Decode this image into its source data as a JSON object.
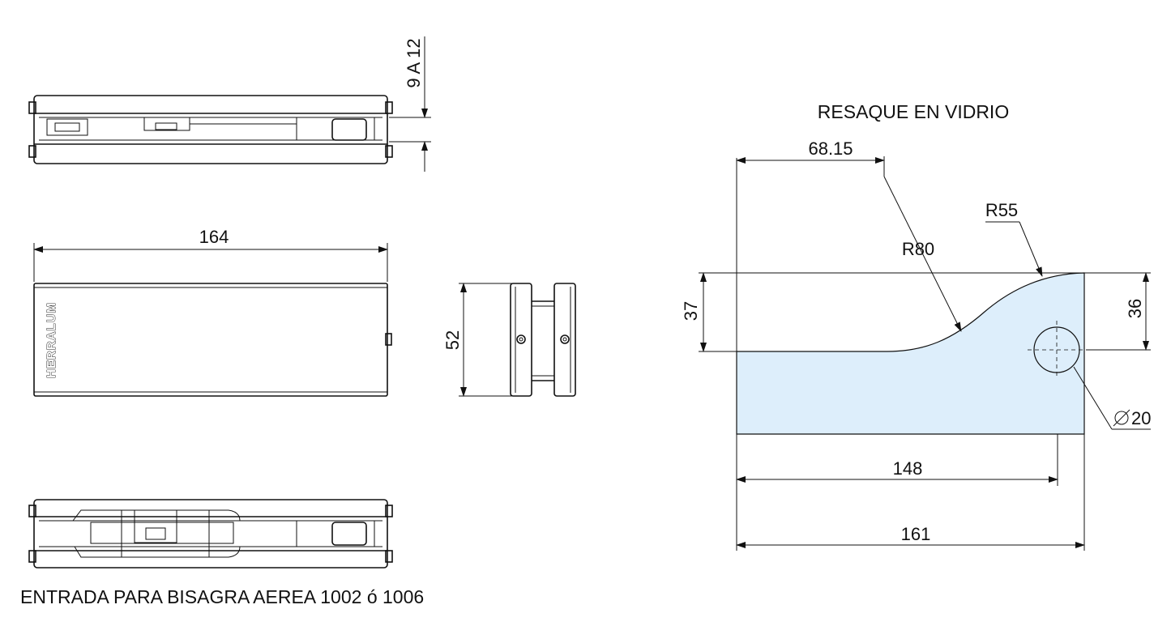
{
  "titles": {
    "notch_title": "RESAQUE EN VIDRIO",
    "bottom_caption": "ENTRADA PARA BISAGRA AEREA 1002 ó 1006"
  },
  "brand": {
    "engraving": "HERRALUM"
  },
  "dimensions": {
    "glass_thickness": "9 A 12",
    "length": "164",
    "width": "52",
    "notch_offset": "68.15",
    "radius_large": "R80",
    "radius_small": "R55",
    "notch_depth": "37",
    "right_height": "36",
    "hole_diameter": "20",
    "hole_center": "148",
    "overall_length": "161"
  },
  "colors": {
    "glass_fill": "#ddeefb",
    "line": "#111111"
  }
}
